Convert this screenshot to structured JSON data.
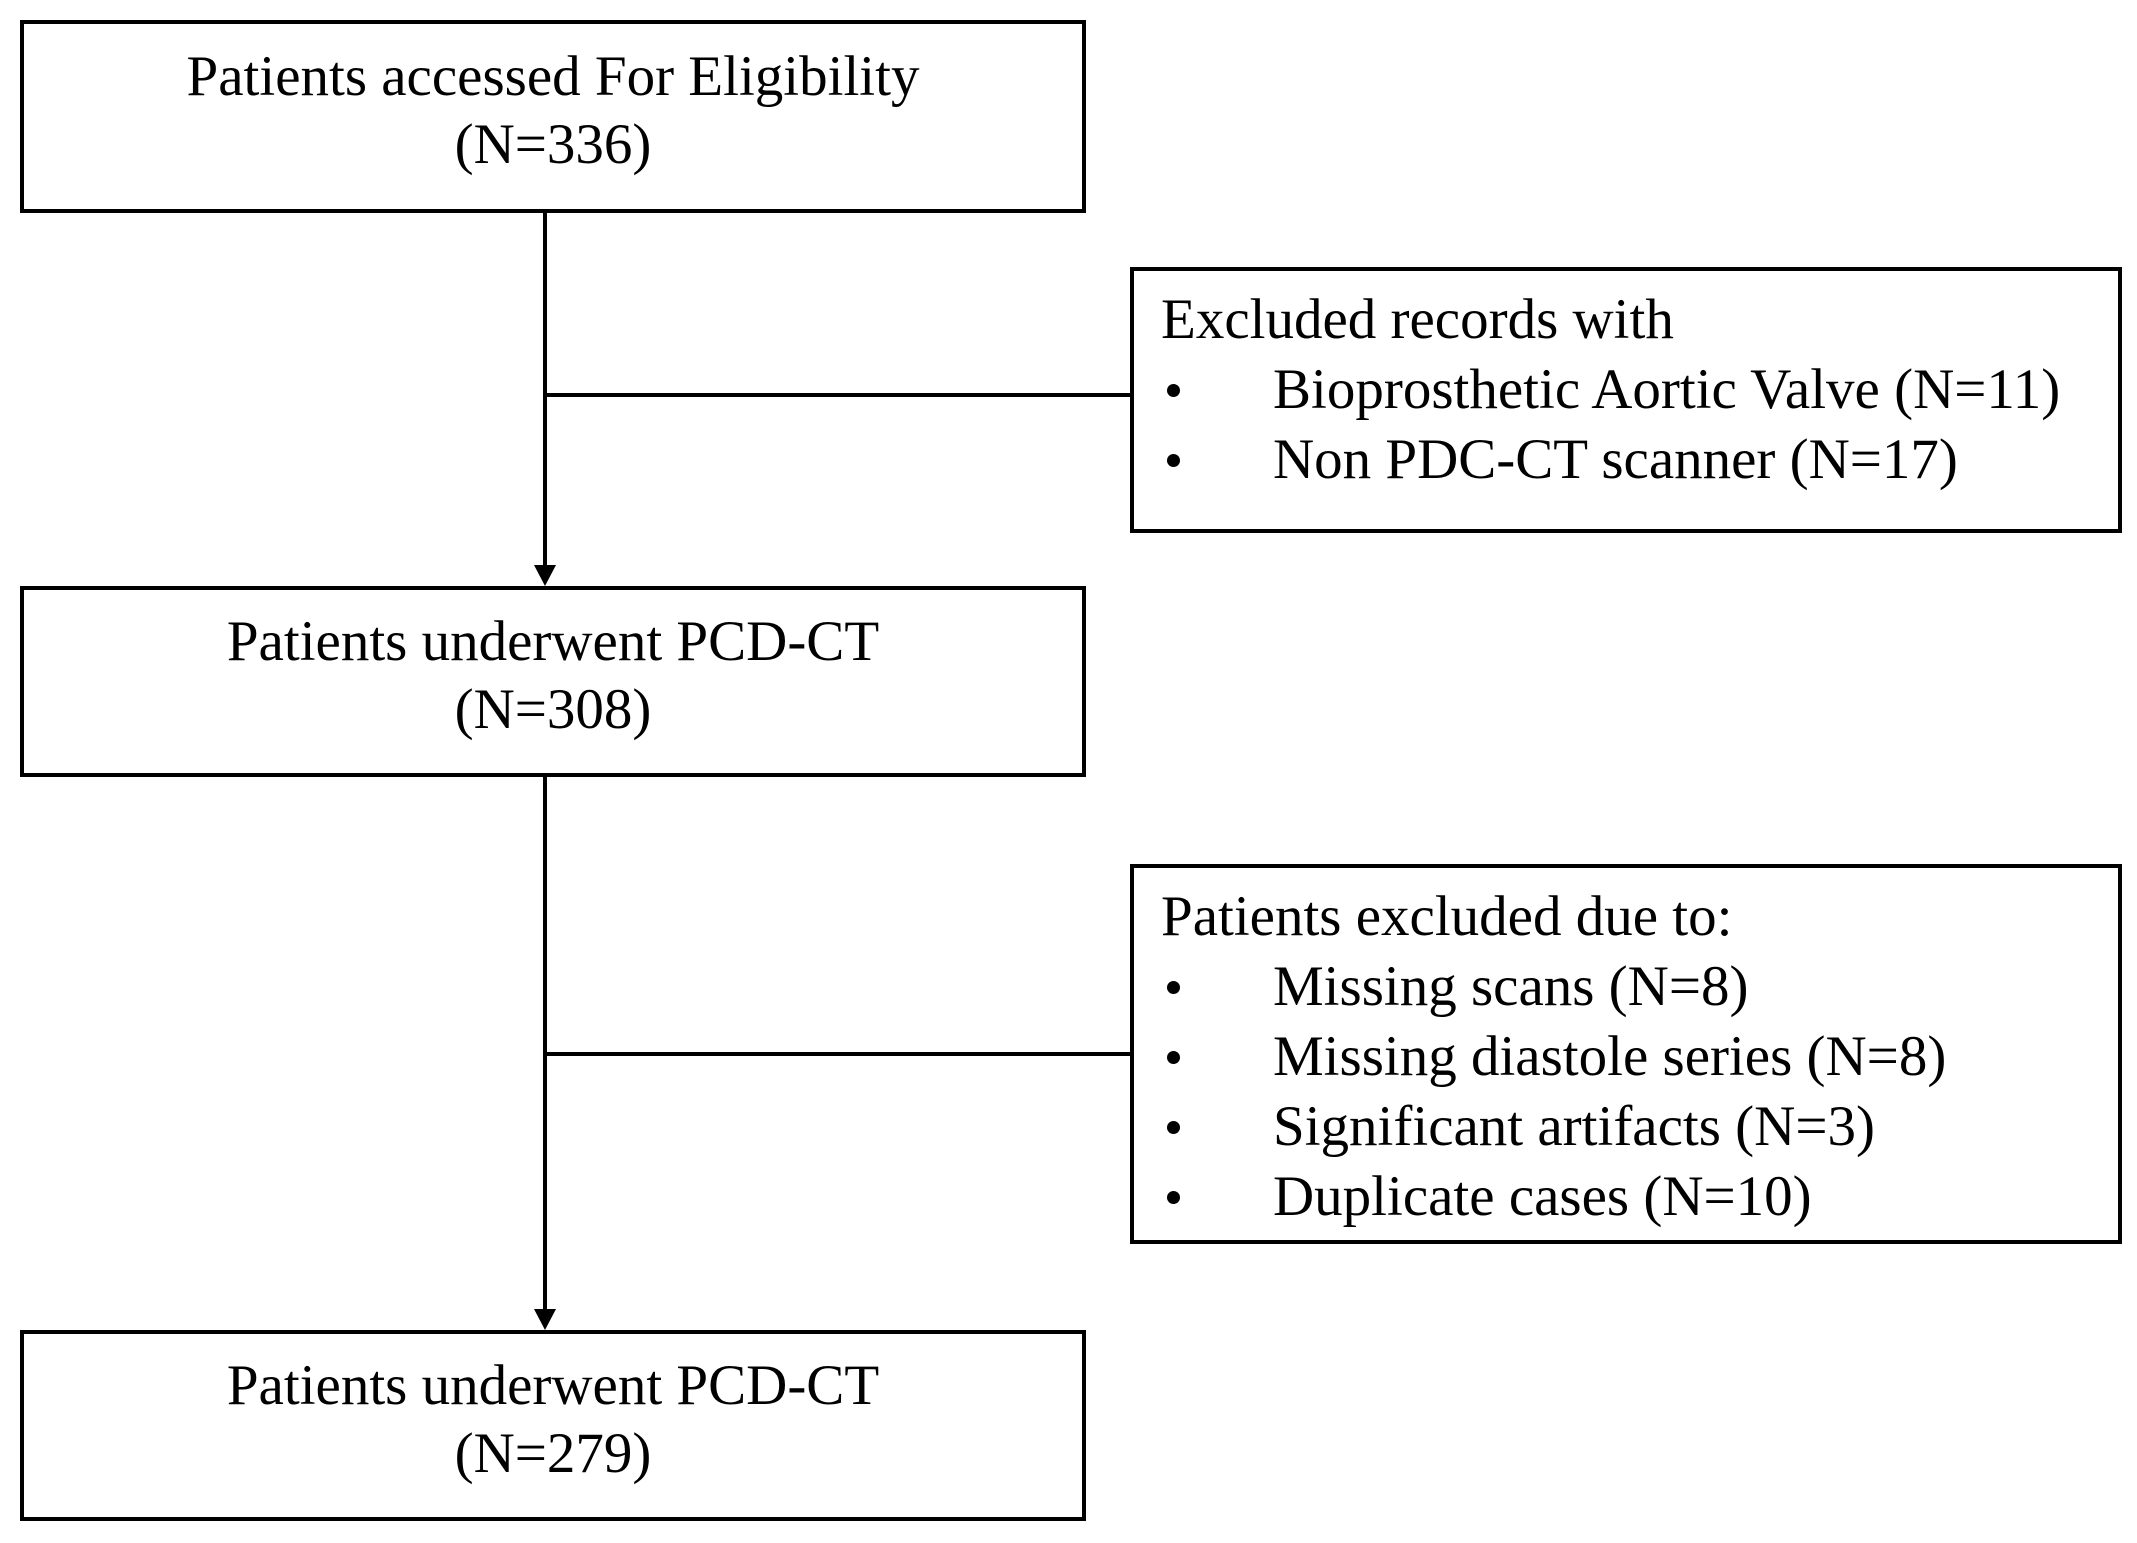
{
  "boxes": {
    "eligibility": {
      "label": "Patients accessed For Eligibility",
      "count": "(N=336)"
    },
    "pcd_ct": {
      "label": "Patients underwent PCD-CT",
      "count": "(N=308)"
    },
    "final": {
      "label": "Patients underwent PCD-CT",
      "count": "(N=279)"
    }
  },
  "exclusions": [
    {
      "heading": "Excluded records with",
      "items": [
        "Bioprosthetic Aortic Valve (N=11)",
        "Non PDC-CT scanner (N=17)"
      ]
    },
    {
      "heading": "Patients excluded due to:",
      "items": [
        "Missing scans (N=8)",
        "Missing diastole series (N=8)",
        "Significant artifacts (N=3)",
        "Duplicate cases (N=10)"
      ]
    }
  ],
  "colors": {
    "stroke": "#000000",
    "background": "#ffffff"
  }
}
